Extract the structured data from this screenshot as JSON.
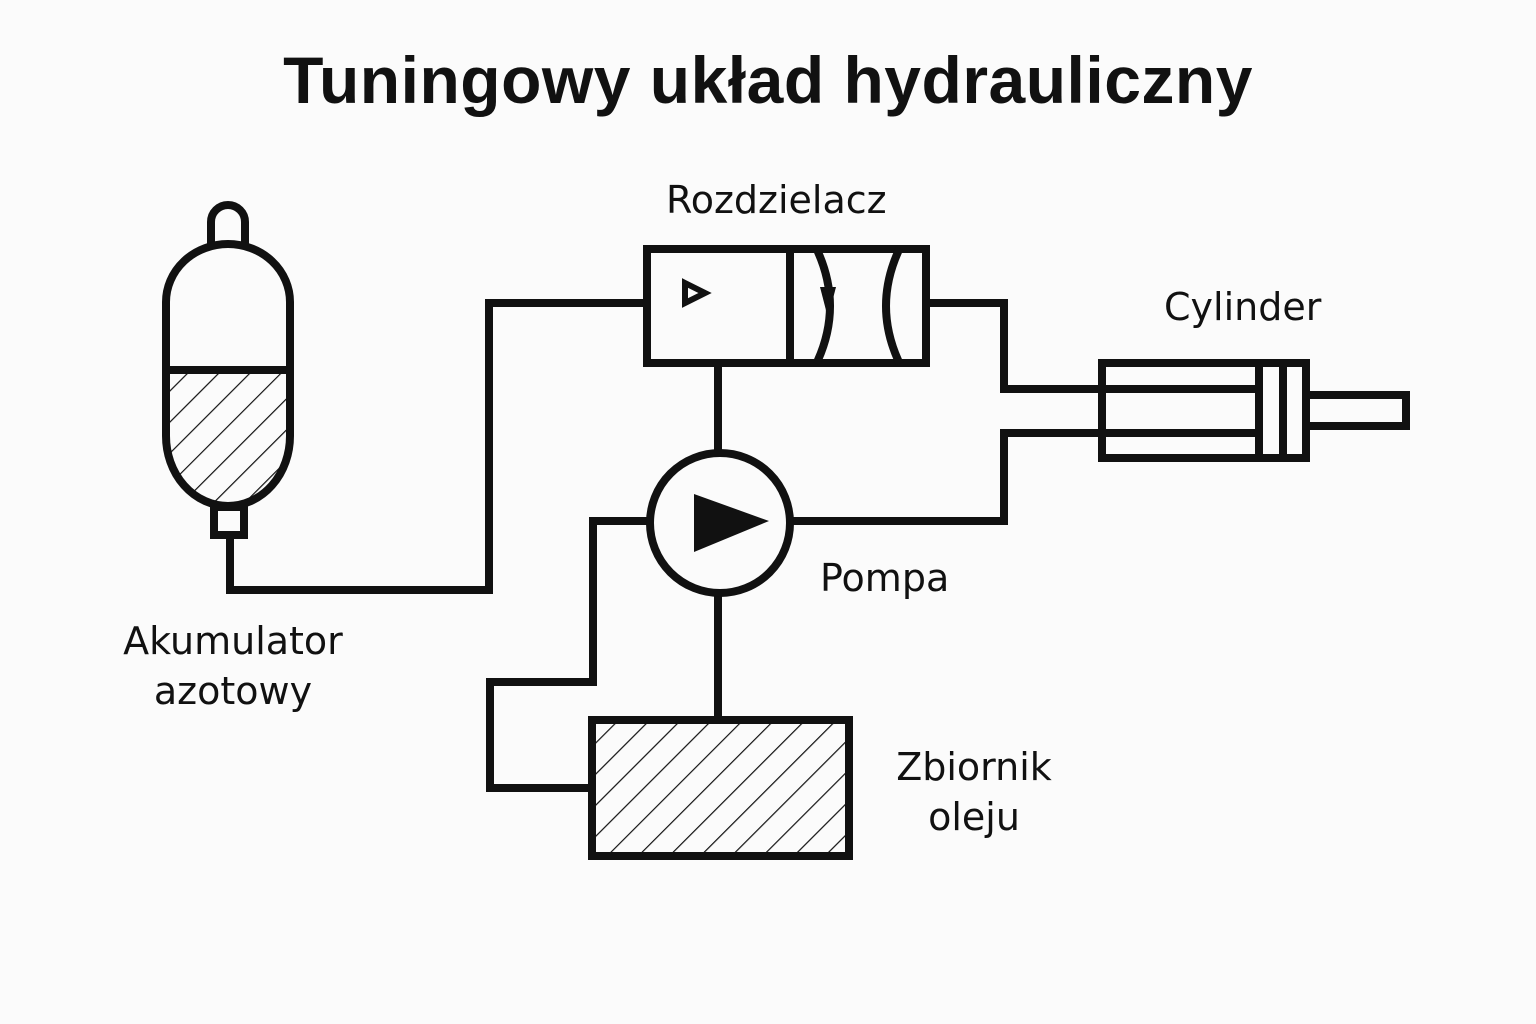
{
  "title": "Tuningowy układ hydrauliczny",
  "components": {
    "accumulator": {
      "label_line1": "Akumulator",
      "label_line2": "azotowy",
      "icon": "accumulator-icon"
    },
    "valve": {
      "label": "Rozdzielacz",
      "icon": "directional-valve-icon"
    },
    "cylinder": {
      "label": "Cylinder",
      "icon": "hydraulic-cylinder-icon"
    },
    "pump": {
      "label": "Pompa",
      "icon": "pump-icon"
    },
    "reservoir": {
      "label_line1": "Zbiornik",
      "label_line2": "oleju",
      "icon": "oil-reservoir-icon"
    }
  },
  "colors": {
    "stroke": "#111111",
    "background": "#fbfbfb"
  }
}
